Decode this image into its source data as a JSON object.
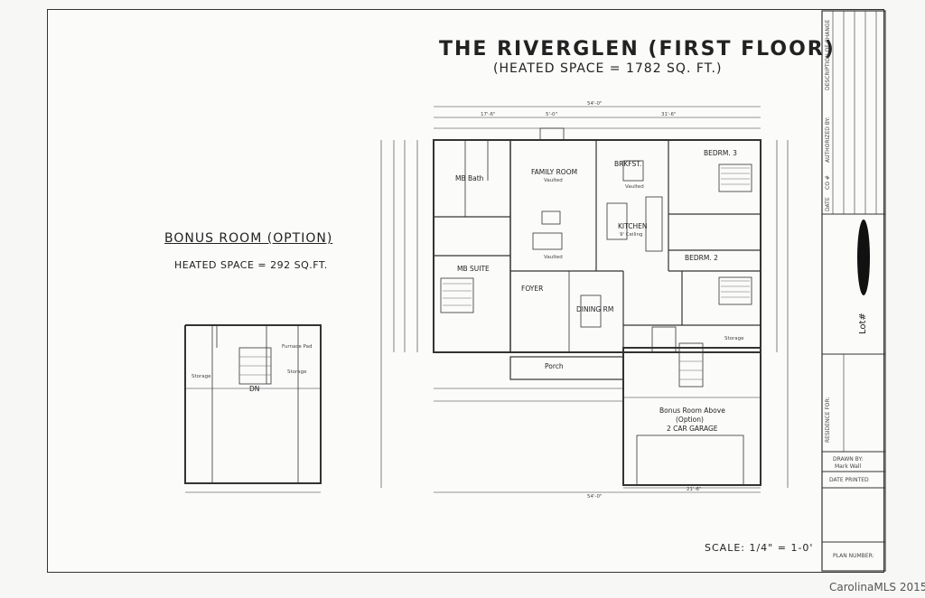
{
  "drawing": {
    "title": "THE RIVERGLEN (FIRST FLOOR)",
    "subtitle": "(HEATED SPACE = 1782 SQ. FT.)",
    "bonus_title": "BONUS ROOM (OPTION)",
    "bonus_heated": "HEATED SPACE = 292 SQ.FT.",
    "scale": "SCALE:   1/4\" = 1-0'",
    "watermark": "CarolinaMLS 2015"
  },
  "rooms": {
    "family_room": "FAMILY ROOM",
    "brkfst": "BRKFST.",
    "bedrm3": "BEDRM. 3",
    "mb_bath": "MB Bath",
    "kitchen": "KITCHEN",
    "bedrm2": "BEDRM. 2",
    "mb_suite": "MB SUITE",
    "foyer": "FOYER",
    "dining_rm": "DINING RM",
    "porch": "Porch",
    "garage_line1": "Bonus Room Above",
    "garage_line2": "(Option)",
    "garage_line3": "2 CAR GARAGE",
    "vaulted1": "Vaulted",
    "vaulted2": "Vaulted",
    "vaulted3": "Vaulted",
    "ceiling9": "9' Ceiling",
    "storage": "Storage",
    "dn": "DN",
    "furnace": "Furnace Pad"
  },
  "dimensions": {
    "overall_top": "54'-0\"",
    "overall_bottom": "54'-0\"",
    "seg1": "17'-6\"",
    "seg2": "5'-0\"",
    "seg3": "31'-6\"",
    "garage_w": "21'-6\""
  },
  "title_block": {
    "date": "DATE",
    "co": "CO #",
    "authorized": "AUTHORIZED BY:",
    "description": "DESCRIPTION OF CHANGE",
    "revision": "RESIDENCE FOR:",
    "lot": "Lot#",
    "drawn_by": "DRAWN BY:",
    "drawn_name": "Mark Wall",
    "date_printed": "DATE PRINTED",
    "plan_number": "PLAN NUMBER:"
  }
}
